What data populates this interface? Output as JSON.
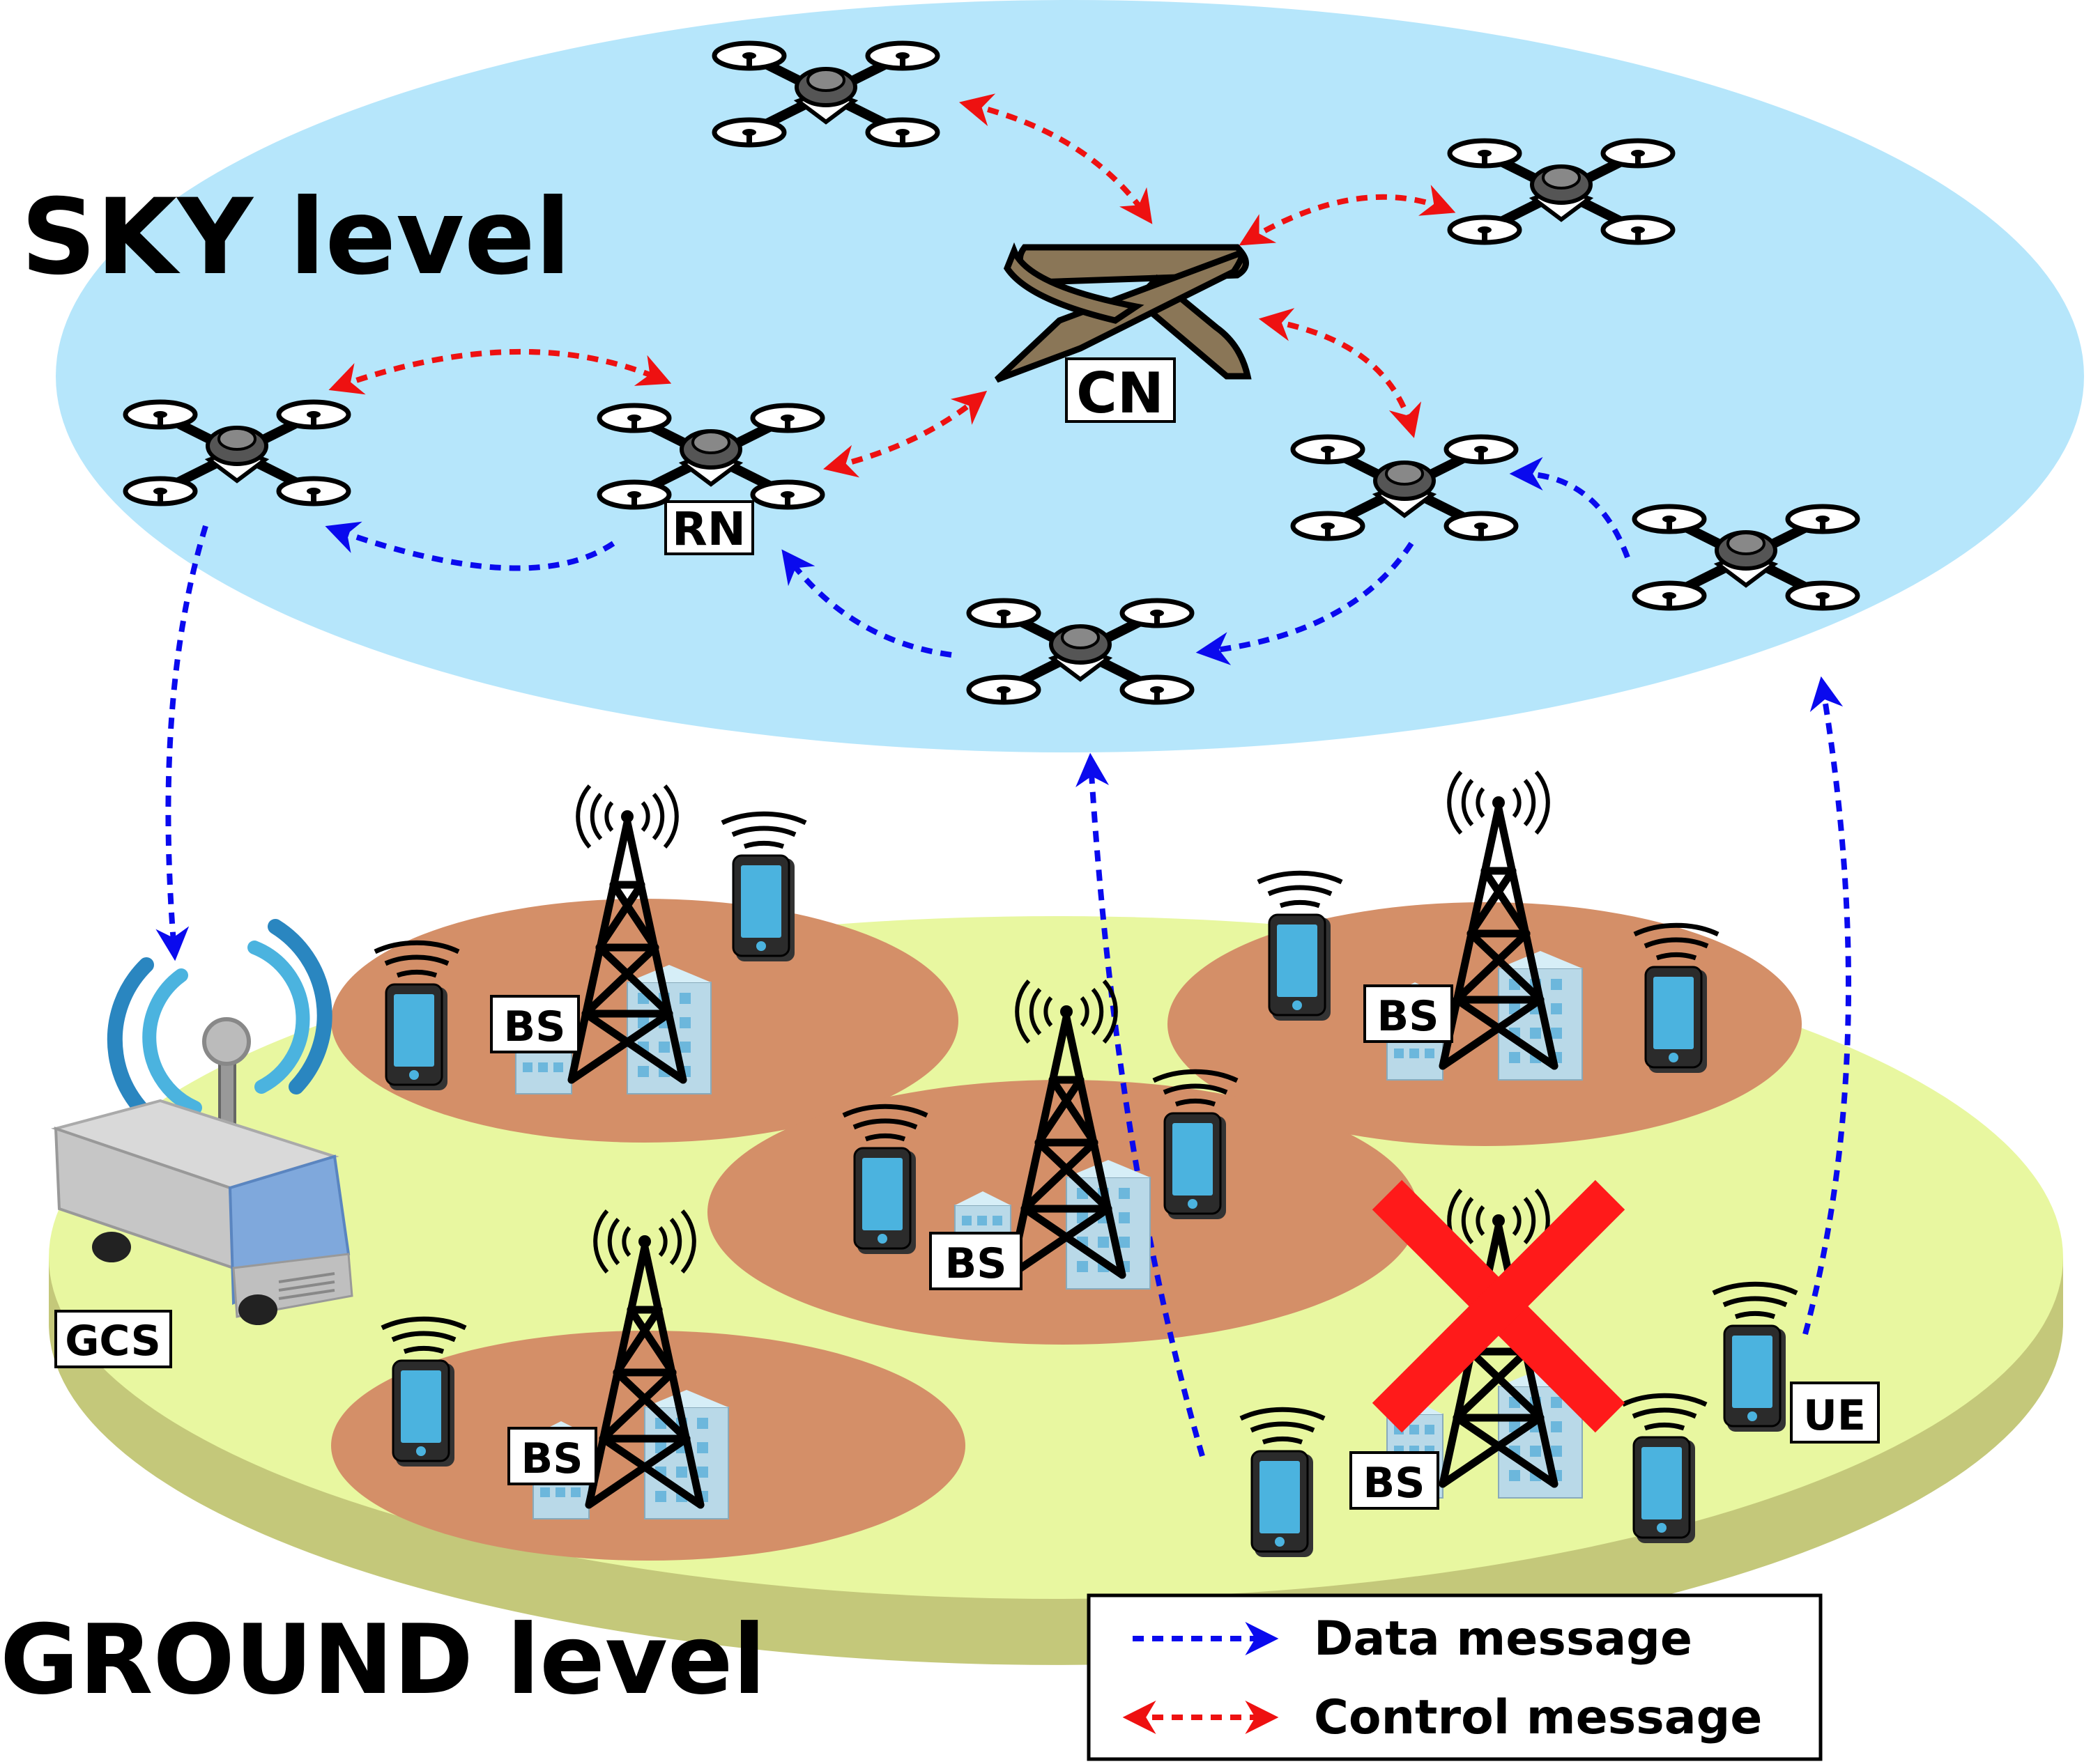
{
  "titles": {
    "sky": "SKY level",
    "ground": "GROUND level"
  },
  "labels": {
    "cn": "CN",
    "rn": "RN",
    "gcs": "GCS",
    "ue": "UE",
    "bs": "BS"
  },
  "legend": {
    "data": "Data message",
    "control": "Control message"
  },
  "colors": {
    "sky": "#b6e6fb",
    "ground_top": "#e8f7a0",
    "ground_side": "#c4c87a",
    "cell": "#d48f68",
    "data_arrow": "#0a0aee",
    "control_arrow": "#ee1111",
    "phone": "#4bb3df",
    "failure_cross": "#ff1a1a",
    "plane": "#8a7657"
  },
  "icons": [
    "drone-icon",
    "plane-icon",
    "tower-icon",
    "phone-icon",
    "van-icon",
    "building-icon"
  ]
}
